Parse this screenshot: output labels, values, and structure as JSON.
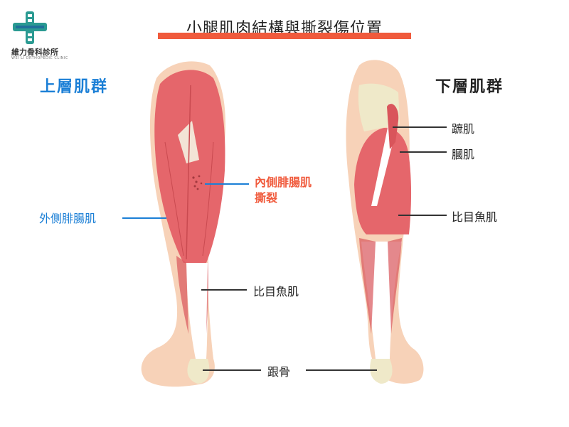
{
  "title": "小腿肌肉結構與撕裂傷位置",
  "logo": {
    "name": "維力骨科診所",
    "subtitle": "WEI LI ORTHOPEDIC CLINIC"
  },
  "upper_group": {
    "heading": "上層肌群",
    "labels": {
      "medial_gastroc_tear_line1": "內側腓腸肌",
      "medial_gastroc_tear_line2": "撕裂",
      "lateral_gastroc": "外側腓腸肌",
      "soleus": "比目魚肌"
    }
  },
  "lower_group": {
    "heading": "下層肌群",
    "labels": {
      "plantaris": "蹠肌",
      "popliteus": "膕肌",
      "soleus": "比目魚肌"
    }
  },
  "shared_labels": {
    "calcaneus": "跟骨"
  },
  "colors": {
    "accent_red": "#f05a3c",
    "accent_blue": "#1b7fd6",
    "muscle": "#e5666b",
    "skin": "#f7d2b8",
    "bone": "#efe9c9"
  }
}
